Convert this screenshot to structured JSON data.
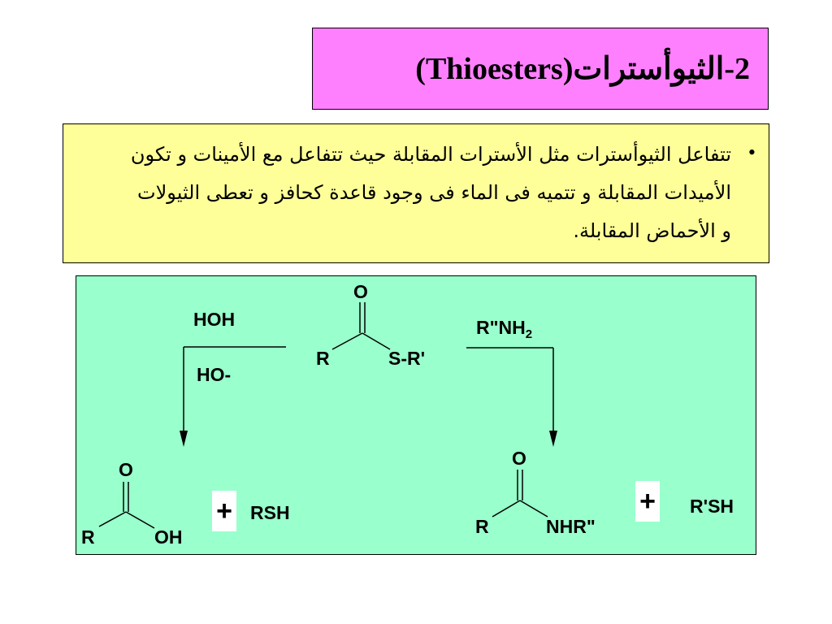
{
  "colors": {
    "title_bg": "#ff80ff",
    "bullet_bg": "#ffff99",
    "scheme_bg": "#99ffcc",
    "plus_bg": "#ffffff"
  },
  "title": {
    "text": "2-الثيوأسترات(Thioesters)"
  },
  "bullet": {
    "symbol": "•",
    "text": "تتفاعل الثيوأسترات مثل الأسترات المقابلة حيث تتفاعل مع الأمينات و تكون الأميدات المقابلة و تتميه فى الماء فى وجود قاعدة كحافز و تعطى الثيولات و الأحماض المقابلة."
  },
  "scheme": {
    "reactant": {
      "o": "O",
      "r": "R",
      "sr": "S-R'"
    },
    "hydrolysis": {
      "reagent": "HOH",
      "catalyst": "HO-"
    },
    "aminolysis": {
      "reagent_main": "R\"NH",
      "reagent_sub": "2"
    },
    "acid_product": {
      "o": "O",
      "r": "R",
      "oh": "OH"
    },
    "acid_plus": "+",
    "thiol_product": "RSH",
    "amide_product": {
      "o": "O",
      "r": "R",
      "nhr": "NHR\""
    },
    "amide_plus": "+",
    "thiol2_product": "R'SH"
  }
}
